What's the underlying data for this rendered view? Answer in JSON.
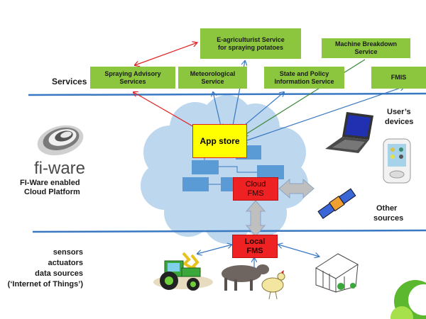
{
  "layers": {
    "services_label": "Services",
    "platform_label_line1": "FI-Ware enabled",
    "platform_label_line2": "Cloud  Platform",
    "iot_lines": [
      "sensors",
      "actuators",
      "data sources",
      "(‘Internet of Things’)"
    ],
    "user_devices_line1": "User’s",
    "user_devices_line2": "devices",
    "other_sources_line1": "Other",
    "other_sources_line2": "sources"
  },
  "logo": {
    "text": "fi-ware"
  },
  "services": [
    {
      "id": "spraying-advisory",
      "line1": "Spraying Advisory",
      "line2": "Services"
    },
    {
      "id": "meteorological",
      "line1": "Meteorological",
      "line2": "Service"
    },
    {
      "id": "e-agriculturist",
      "line1": "E-agriculturist Service",
      "line2": "for spraying potatoes"
    },
    {
      "id": "state-policy",
      "line1": "State and Policy",
      "line2": "Information Service"
    },
    {
      "id": "machine-breakdown",
      "line1": "Machine Breakdown",
      "line2": "Service"
    },
    {
      "id": "fmis",
      "line1": "FMIS",
      "line2": ""
    }
  ],
  "nodes": {
    "app_store": "App store",
    "cloud_fms_line1": "Cloud",
    "cloud_fms_line2": "FMS",
    "local_fms_line1": "Local",
    "local_fms_line2": "FMS"
  },
  "colors": {
    "service_green": "#8cc63f",
    "app_store_yellow": "#ffff00",
    "fms_red": "#ee2222",
    "cloud_blue": "#bdd7ee",
    "module_blue": "#5b9bd5",
    "line_blue": "#3a78c2",
    "arrow_red": "#e02020",
    "arrow_green": "#3f8a3f",
    "grey_arrow": "#bfbfbf"
  }
}
